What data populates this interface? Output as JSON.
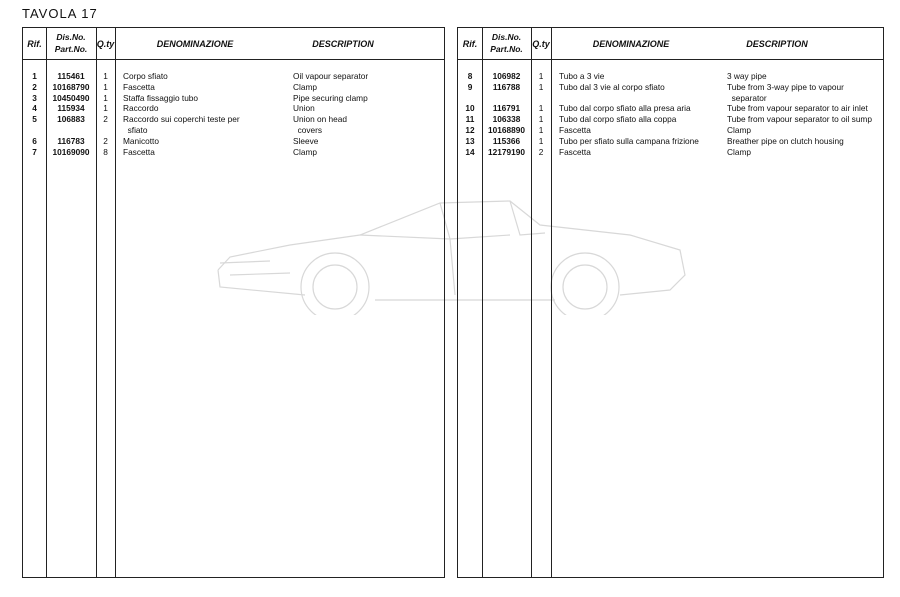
{
  "page_title": "TAVOLA 17",
  "headers": {
    "rif": "Rif.",
    "dis_no": "Dis.No.",
    "part_no": "Part.No.",
    "qty": "Q.ty",
    "denominazione": "DENOMINAZIONE",
    "description": "DESCRIPTION"
  },
  "left_rows": [
    {
      "rif": "1",
      "part": "115461",
      "qty": "1",
      "den": [
        "Corpo sfiato"
      ],
      "desc": [
        "Oil vapour separator"
      ]
    },
    {
      "rif": "2",
      "part": "10168790",
      "qty": "1",
      "den": [
        "Fascetta"
      ],
      "desc": [
        "Clamp"
      ]
    },
    {
      "rif": "3",
      "part": "10450490",
      "qty": "1",
      "den": [
        "Staffa fissaggio tubo"
      ],
      "desc": [
        "Pipe securing clamp"
      ]
    },
    {
      "rif": "4",
      "part": "115934",
      "qty": "1",
      "den": [
        "Raccordo"
      ],
      "desc": [
        "Union"
      ]
    },
    {
      "rif": "5",
      "part": "106883",
      "qty": "2",
      "den": [
        "Raccordo sui coperchi teste per",
        "  sfiato"
      ],
      "desc": [
        "Union on head",
        "  covers"
      ]
    },
    {
      "rif": "6",
      "part": "116783",
      "qty": "2",
      "den": [
        "Manicotto"
      ],
      "desc": [
        "Sleeve"
      ]
    },
    {
      "rif": "7",
      "part": "10169090",
      "qty": "8",
      "den": [
        "Fascetta"
      ],
      "desc": [
        "Clamp"
      ]
    }
  ],
  "right_rows": [
    {
      "rif": "8",
      "part": "106982",
      "qty": "1",
      "den": [
        "Tubo a 3 vie"
      ],
      "desc": [
        "3 way pipe"
      ]
    },
    {
      "rif": "9",
      "part": "116788",
      "qty": "1",
      "den": [
        "Tubo dal 3 vie al corpo sfiato"
      ],
      "desc": [
        "Tube from 3-way pipe to vapour",
        "  separator"
      ]
    },
    {
      "rif": "10",
      "part": "116791",
      "qty": "1",
      "den": [
        "Tubo dal corpo sfiato alla presa aria"
      ],
      "desc": [
        "Tube from vapour separator to air inlet"
      ]
    },
    {
      "rif": "11",
      "part": "106338",
      "qty": "1",
      "den": [
        "Tubo dal corpo sfiato alla coppa"
      ],
      "desc": [
        "Tube from vapour separator to oil sump"
      ]
    },
    {
      "rif": "12",
      "part": "10168890",
      "qty": "1",
      "den": [
        "Fascetta"
      ],
      "desc": [
        "Clamp"
      ]
    },
    {
      "rif": "13",
      "part": "115366",
      "qty": "1",
      "den": [
        "Tubo per sfiato sulla campana frizione"
      ],
      "desc": [
        "Breather pipe on clutch housing"
      ]
    },
    {
      "rif": "14",
      "part": "12179190",
      "qty": "2",
      "den": [
        "Fascetta"
      ],
      "desc": [
        "Clamp"
      ]
    }
  ]
}
